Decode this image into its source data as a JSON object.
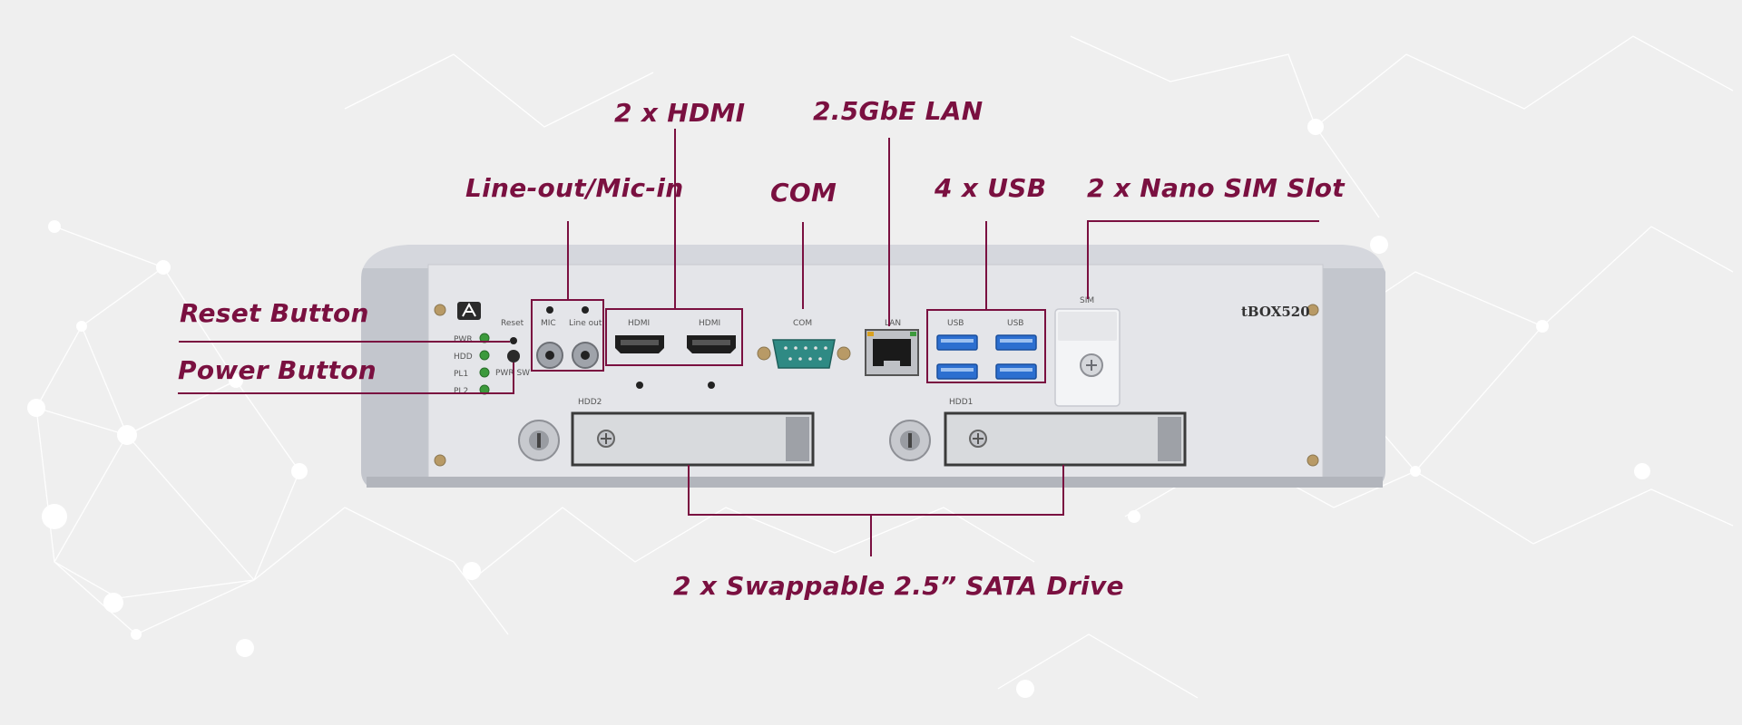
{
  "callouts": {
    "hdmi": "2 x HDMI",
    "lan": "2.5GbE LAN",
    "audio": "Line-out/Mic-in",
    "com": "COM",
    "usb": "4 x USB",
    "sim": "2 x Nano SIM Slot",
    "reset": "Reset Button",
    "power": "Power Button",
    "sata": "2 x Swappable 2.5” SATA Drive"
  },
  "device": {
    "model": "tBOX520",
    "port_labels": {
      "reset": "Reset",
      "mic": "MIC",
      "line_out": "Line out",
      "hdmi_a": "HDMI",
      "hdmi_b": "HDMI",
      "com": "COM",
      "lan": "LAN",
      "usb_a": "USB",
      "usb_b": "USB",
      "sim": "SIM",
      "hdd2": "HDD2",
      "hdd1": "HDD1",
      "pwr_sw": "PWR SW"
    },
    "leds": [
      "PWR",
      "HDD",
      "PL1",
      "PL2"
    ]
  },
  "colors": {
    "accent": "#7a1040",
    "background": "#efefef",
    "usb_blue": "#2c6fd0",
    "com_green": "#2f8a84",
    "led_green": "#3c9a3c"
  }
}
